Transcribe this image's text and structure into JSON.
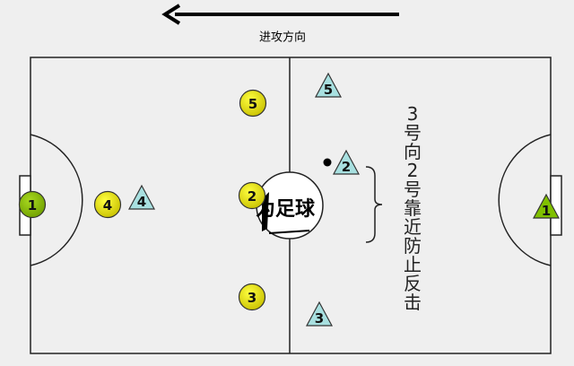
{
  "direction_label": "进攻方向",
  "annotation": [
    "3",
    "号",
    "向",
    "2",
    "号",
    "靠",
    "近",
    "防",
    "止",
    "反",
    "击"
  ],
  "logo_text": "为足球梦想 俱乐部",
  "colors": {
    "attacker": "#e6e600",
    "goalkeeper_left": "#8cc000",
    "defender": "#a8e0e0",
    "goalkeeper_right": "#80c000"
  },
  "attackers": [
    {
      "number": "1",
      "role": "goalkeeper"
    },
    {
      "number": "4"
    },
    {
      "number": "5"
    },
    {
      "number": "2"
    },
    {
      "number": "3"
    }
  ],
  "defenders": [
    {
      "number": "5"
    },
    {
      "number": "2"
    },
    {
      "number": "4"
    },
    {
      "number": "3"
    },
    {
      "number": "1",
      "role": "goalkeeper"
    }
  ]
}
